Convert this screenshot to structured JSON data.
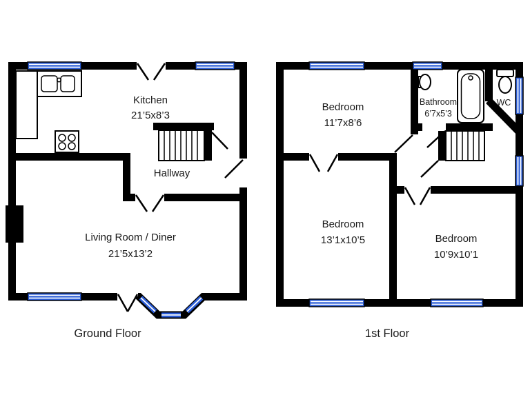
{
  "colors": {
    "wall": "#000000",
    "window_glass": "#2b5dd7",
    "glazing_stripe": "#ffffff",
    "fixture_fill": "#ffffff",
    "text": "#1a1a1a",
    "background": "#ffffff"
  },
  "floors": [
    {
      "caption": "Ground Floor",
      "rooms": [
        {
          "name": "Kitchen",
          "dims": "21’5x8’3"
        },
        {
          "name": "Hallway"
        },
        {
          "name": "Living Room / Diner",
          "dims": "21’5x13’2"
        }
      ],
      "fixtures": [
        "sink-icon",
        "hob-icon",
        "kitchen-counter",
        "stairs-icon",
        "bay-window",
        "chimney-breast"
      ]
    },
    {
      "caption": "1st Floor",
      "rooms": [
        {
          "name": "Bedroom",
          "dims": "11’7x8’6"
        },
        {
          "name": "Bathroom",
          "dims": "6’7x5’3"
        },
        {
          "name": "WC"
        },
        {
          "name": "Bedroom",
          "dims": "13’1x10’5"
        },
        {
          "name": "Bedroom",
          "dims": "10’9x10’1"
        }
      ],
      "fixtures": [
        "bathtub-icon",
        "basin-icon",
        "toilet-icon",
        "stairs-icon"
      ]
    }
  ]
}
